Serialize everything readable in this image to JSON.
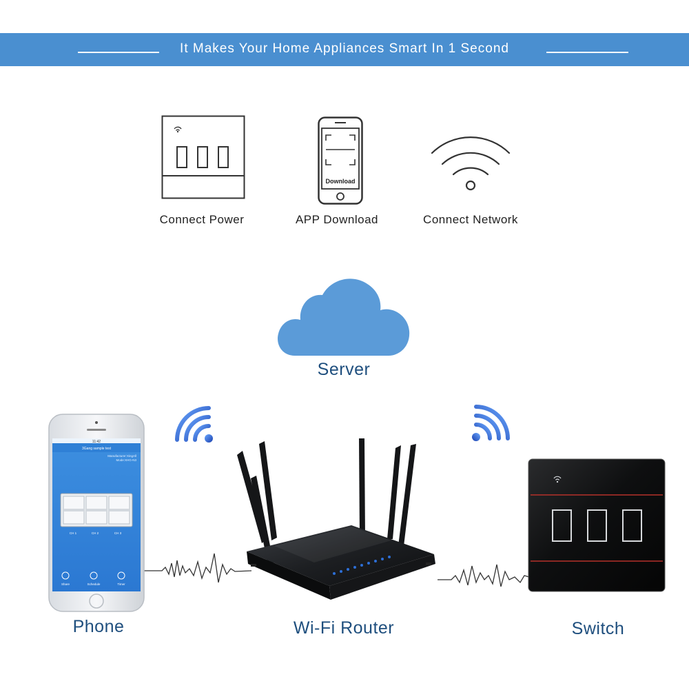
{
  "banner": {
    "title": "It Makes Your Home Appliances Smart In 1 Second",
    "color": "#4a8fd0"
  },
  "steps": [
    {
      "label": "Connect Power",
      "icon": "switch-outline-icon"
    },
    {
      "label": "APP Download",
      "icon": "phone-outline-icon",
      "phone_text": "Download"
    },
    {
      "label": "Connect Network",
      "icon": "wifi-icon"
    }
  ],
  "diagram": {
    "server_label": "Server",
    "phone_label": "Phone",
    "router_label": "Wi-Fi Router",
    "switch_label": "Switch",
    "cloud_color": "#5b9bd8",
    "label_color": "#1f4f7e"
  },
  "phone_app": {
    "status_time": "11:42",
    "header": "3Gang sample test",
    "info_line1": "Manufacturer:XingAll",
    "info_line2": "Mode:XHG-N3",
    "channels": [
      "CH 1",
      "CH 2",
      "CH 3"
    ],
    "bottom_items": [
      "Share",
      "Schedule",
      "Timer"
    ]
  }
}
